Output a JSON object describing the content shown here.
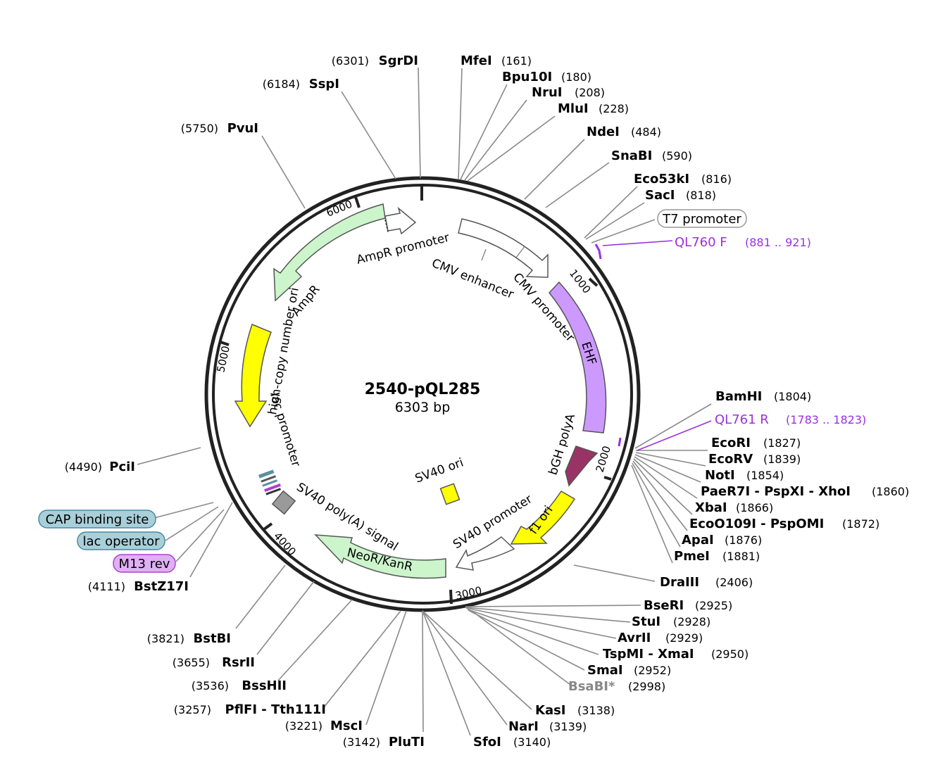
{
  "plasmid": {
    "name": "2540-pQL285",
    "size_label": "6303 bp"
  },
  "ticks": [
    "1000",
    "2000",
    "3000",
    "4000",
    "5000",
    "6000"
  ],
  "features": {
    "ampr_promoter": "AmpR promoter",
    "cmv_enhancer": "CMV enhancer",
    "cmv_promoter": "CMV promoter",
    "ampr": "AmpR",
    "ori": "high-copy number ori",
    "lac_promoter": "lac promoter",
    "ehf": "EHF",
    "bgh": "bGH polyA",
    "f1": "f1 ori",
    "sv40_prom": "SV40 promoter",
    "sv40_ori": "SV40 ori",
    "sv40_polya": "SV40 poly(A) signal",
    "neor": "NeoR/KanR"
  },
  "boxed_labels": {
    "t7": "T7 promoter",
    "cap": "CAP binding site",
    "lac_op": "lac operator",
    "m13": "M13 rev"
  },
  "primers": [
    {
      "name": "QL760 F",
      "range": "(881 .. 921)"
    },
    {
      "name": "QL761 R",
      "range": "(1783 .. 1823)"
    }
  ],
  "sites_right": [
    {
      "name": "MfeI",
      "pos": "(161)"
    },
    {
      "name": "Bpu10I",
      "pos": "(180)"
    },
    {
      "name": "NruI",
      "pos": "(208)"
    },
    {
      "name": "MluI",
      "pos": "(228)"
    },
    {
      "name": "NdeI",
      "pos": "(484)"
    },
    {
      "name": "SnaBI",
      "pos": "(590)"
    },
    {
      "name": "Eco53kI",
      "pos": "(816)"
    },
    {
      "name": "SacI",
      "pos": "(818)"
    },
    {
      "name": "BamHI",
      "pos": "(1804)"
    },
    {
      "name": "EcoRI",
      "pos": "(1827)"
    },
    {
      "name": "EcoRV",
      "pos": "(1839)"
    },
    {
      "name": "NotI",
      "pos": "(1854)"
    },
    {
      "name": "PaeR7I - PspXI - XhoI",
      "pos": "(1860)"
    },
    {
      "name": "XbaI",
      "pos": "(1866)"
    },
    {
      "name": "EcoO109I - PspOMI",
      "pos": "(1872)"
    },
    {
      "name": "ApaI",
      "pos": "(1876)"
    },
    {
      "name": "PmeI",
      "pos": "(1881)"
    },
    {
      "name": "DraIII",
      "pos": "(2406)"
    },
    {
      "name": "BseRI",
      "pos": "(2925)"
    },
    {
      "name": "StuI",
      "pos": "(2928)"
    },
    {
      "name": "AvrII",
      "pos": "(2929)"
    },
    {
      "name": "TspMI - XmaI",
      "pos": "(2950)"
    },
    {
      "name": "SmaI",
      "pos": "(2952)"
    },
    {
      "name": "BsaBI*",
      "pos": "(2998)"
    },
    {
      "name": "KasI",
      "pos": "(3138)"
    },
    {
      "name": "NarI",
      "pos": "(3139)"
    },
    {
      "name": "SfoI",
      "pos": "(3140)"
    }
  ],
  "sites_left": [
    {
      "name": "SgrDI",
      "pos": "(6301)"
    },
    {
      "name": "SspI",
      "pos": "(6184)"
    },
    {
      "name": "PvuI",
      "pos": "(5750)"
    },
    {
      "name": "PciI",
      "pos": "(4490)"
    },
    {
      "name": "BstZ17I",
      "pos": "(4111)"
    },
    {
      "name": "BstBI",
      "pos": "(3821)"
    },
    {
      "name": "RsrII",
      "pos": "(3655)"
    },
    {
      "name": "BssHII",
      "pos": "(3536)"
    },
    {
      "name": "PflFI - Tth111I",
      "pos": "(3257)"
    },
    {
      "name": "MscI",
      "pos": "(3221)"
    },
    {
      "name": "PluTI",
      "pos": "(3142)"
    }
  ],
  "colors": {
    "backbone": "#222222",
    "ampr": "#ccf5cc",
    "ori": "#ffff00",
    "ehf": "#cc99ff",
    "bgh": "#993366",
    "f1": "#ffff00",
    "neor": "#ccf5cc",
    "primer": "#9b30e0",
    "cap_box": "#a9cfd9",
    "m13_box": "#e0b0f5",
    "leader": "#8a8a8a"
  }
}
